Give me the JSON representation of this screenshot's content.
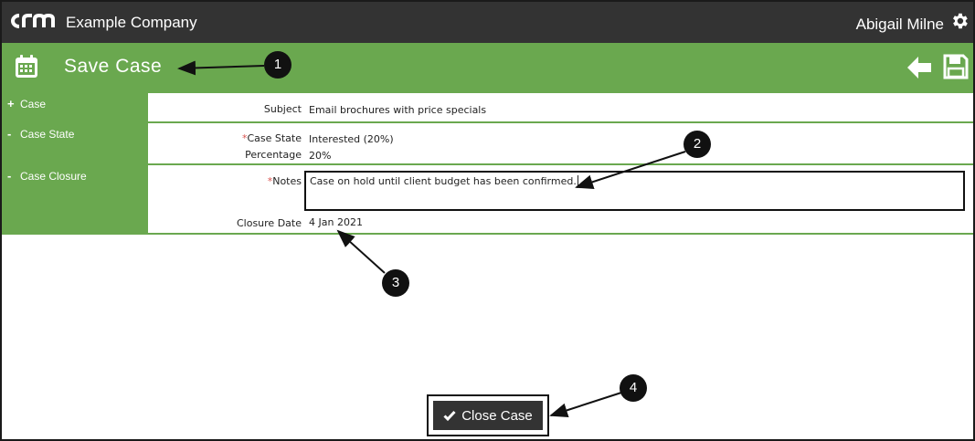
{
  "header": {
    "logo_text": "CRM",
    "company": "Example Company",
    "user": "Abigail Milne",
    "icons": {
      "settings": "gear-icon"
    }
  },
  "actionbar": {
    "title": "Save Case",
    "icons": {
      "calendar": "calendar-icon",
      "back": "arrow-left-icon",
      "save": "floppy-disk-icon"
    }
  },
  "sections": {
    "case": {
      "sign": "+",
      "label": "Case",
      "subject_label": "Subject",
      "subject_value": "Email brochures with price specials"
    },
    "case_state": {
      "sign": "-",
      "label": "Case State",
      "state_label": "Case State",
      "state_required": "*",
      "state_value": "Interested (20%)",
      "percentage_label": "Percentage",
      "percentage_value": "20%"
    },
    "case_closure": {
      "sign": "-",
      "label": "Case Closure",
      "notes_label": "Notes",
      "notes_required": "*",
      "notes_value": "Case on hold until client budget has been confirmed.",
      "closure_date_label": "Closure Date",
      "closure_date_value": "4 Jan 2021"
    }
  },
  "close_button": {
    "label": "Close Case",
    "icon": "check-icon"
  },
  "annotations": [
    "1",
    "2",
    "3",
    "4"
  ],
  "colors": {
    "topbar": "#333333",
    "accent": "#6aa84f",
    "required": "#d9534f"
  }
}
